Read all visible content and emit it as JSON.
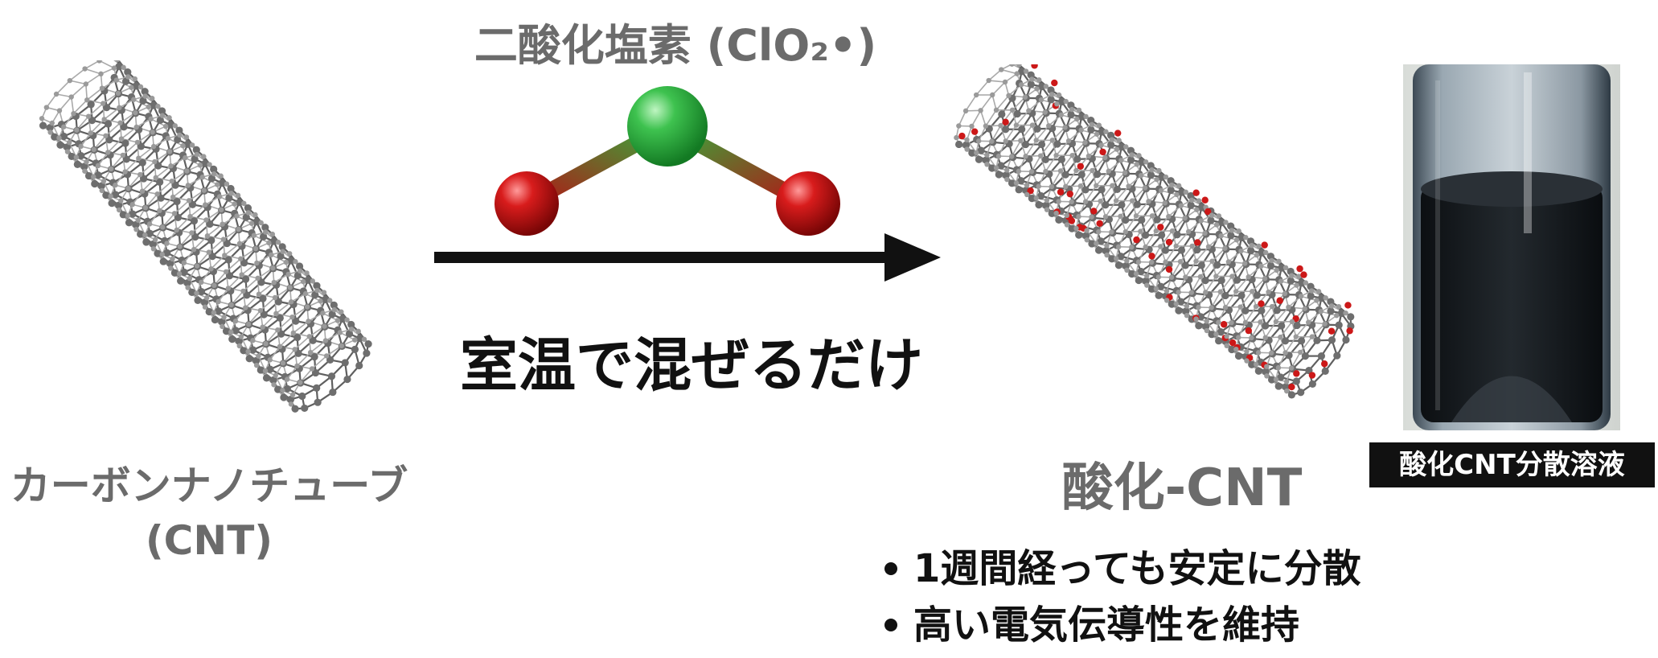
{
  "reagent": {
    "title": "二酸化塩素 (ClO₂•)"
  },
  "reaction": {
    "condition": "室温で混ぜるだけ"
  },
  "reactant": {
    "name_line1": "カーボンナノチューブ",
    "name_line2": "(CNT)"
  },
  "product": {
    "name": "酸化-CNT"
  },
  "photo": {
    "label": "酸化CNT分散溶液"
  },
  "features": [
    {
      "text": "1週間経っても安定に分散"
    },
    {
      "text": "高い電気伝導性を維持"
    }
  ],
  "colors": {
    "carbon": "#6e6e6e",
    "oxygen": "#cc1818",
    "chlorine": "#2fb34a",
    "arrow": "#111111",
    "gray_text": "#6b6b6b",
    "solution": "#1a1e22"
  }
}
